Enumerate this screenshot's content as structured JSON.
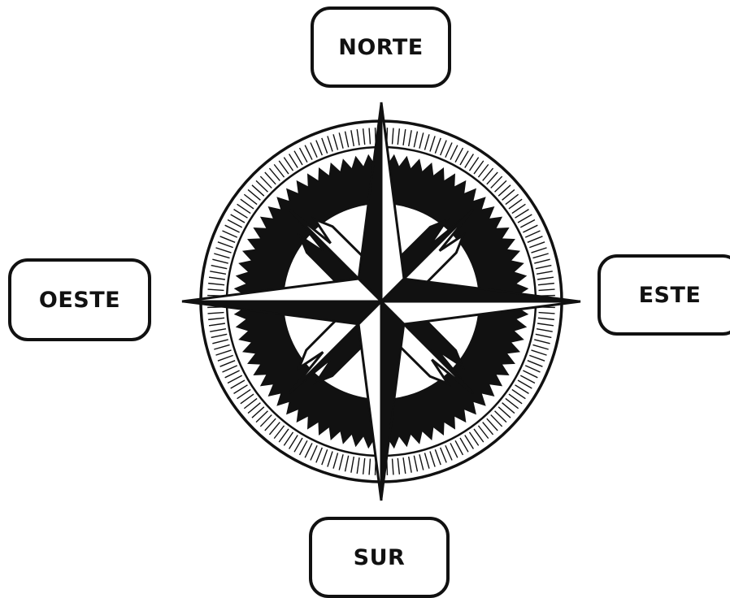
{
  "labels": {
    "north": "NORTE",
    "east": "ESTE",
    "south": "SUR",
    "west": "OESTE"
  },
  "colors": {
    "ink": "#111111",
    "paper": "#ffffff"
  },
  "icons": {
    "compass": "compass-rose-icon"
  }
}
